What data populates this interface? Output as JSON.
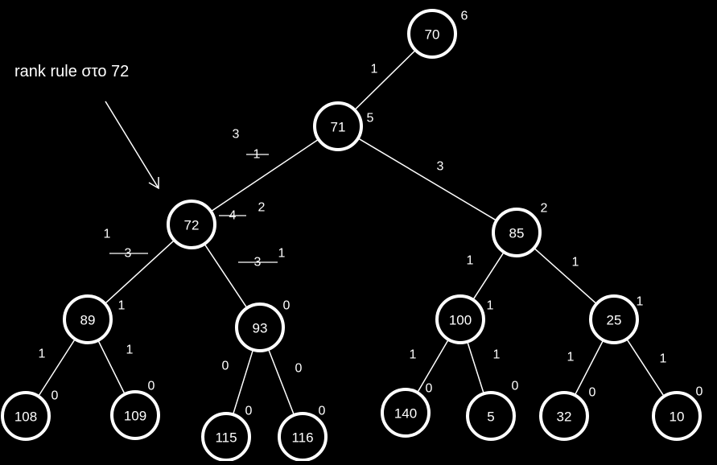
{
  "annotation": {
    "text": "rank rule στο 72"
  },
  "nodes": [
    {
      "id": "n70",
      "key": "70",
      "rank": "6"
    },
    {
      "id": "n71",
      "key": "71",
      "rank": "5"
    },
    {
      "id": "n72",
      "key": "72",
      "rank": "2",
      "rank_struck": "4"
    },
    {
      "id": "n85",
      "key": "85",
      "rank": "2"
    },
    {
      "id": "n89",
      "key": "89",
      "rank": "1"
    },
    {
      "id": "n93",
      "key": "93",
      "rank": "0"
    },
    {
      "id": "n100",
      "key": "100",
      "rank": "1"
    },
    {
      "id": "n25",
      "key": "25",
      "rank": "1"
    },
    {
      "id": "n108",
      "key": "108",
      "rank": "0"
    },
    {
      "id": "n109",
      "key": "109",
      "rank": "0"
    },
    {
      "id": "n115",
      "key": "115",
      "rank": "0"
    },
    {
      "id": "n116",
      "key": "116",
      "rank": "0"
    },
    {
      "id": "n140",
      "key": "140",
      "rank": "0"
    },
    {
      "id": "n5",
      "key": "5",
      "rank": "0"
    },
    {
      "id": "n32",
      "key": "32",
      "rank": "0"
    },
    {
      "id": "n10",
      "key": "10",
      "rank": "0"
    }
  ],
  "edges": [
    {
      "from": "n70",
      "to": "n71",
      "label": "1"
    },
    {
      "from": "n71",
      "to": "n72",
      "label": "3",
      "label_struck": "1"
    },
    {
      "from": "n71",
      "to": "n85",
      "label": "3"
    },
    {
      "from": "n72",
      "to": "n89",
      "label": "1",
      "label_struck": "3"
    },
    {
      "from": "n72",
      "to": "n93",
      "label": "1",
      "label_struck": "3"
    },
    {
      "from": "n85",
      "to": "n100",
      "label": "1"
    },
    {
      "from": "n85",
      "to": "n25",
      "label": "1"
    },
    {
      "from": "n89",
      "to": "n108",
      "label": "1"
    },
    {
      "from": "n89",
      "to": "n109",
      "label": "1"
    },
    {
      "from": "n93",
      "to": "n115",
      "label": "0"
    },
    {
      "from": "n93",
      "to": "n116",
      "label": "0"
    },
    {
      "from": "n100",
      "to": "n140",
      "label": "1"
    },
    {
      "from": "n100",
      "to": "n5",
      "label": "1"
    },
    {
      "from": "n25",
      "to": "n32",
      "label": "1"
    },
    {
      "from": "n25",
      "to": "n10",
      "label": "1"
    }
  ]
}
